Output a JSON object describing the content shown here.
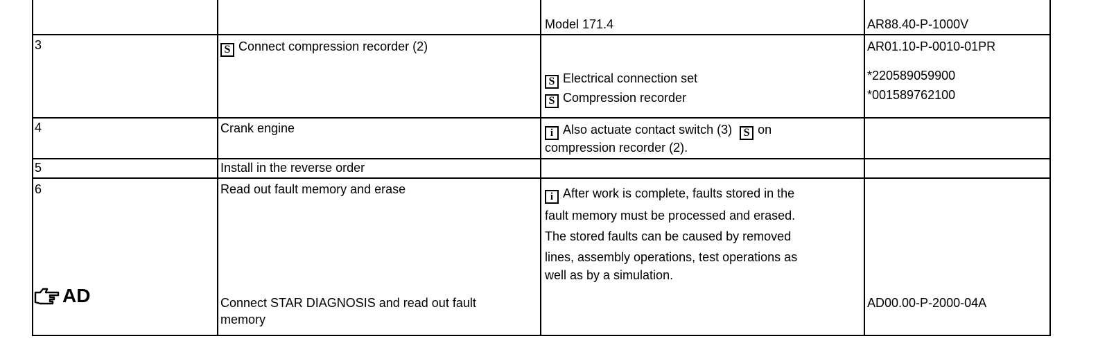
{
  "rows": [
    {
      "step": "",
      "action": "",
      "notes": "Model 171.4",
      "refs": [
        "AR88.40-P-1000V"
      ]
    },
    {
      "step": "3",
      "action": "Connect compression recorder (2)",
      "notes_items": [
        "Electrical connection set",
        "Compression recorder"
      ],
      "refs": [
        "AR01.10-P-0010-01PR",
        "*220589059900",
        "*001589762100"
      ]
    },
    {
      "step": "4",
      "action": "Crank engine",
      "notes_line1": "Also actuate contact switch (3)",
      "notes_line1_tail": "on",
      "notes_line2": "compression recorder (2)."
    },
    {
      "step": "5",
      "action": "Install in the reverse order"
    },
    {
      "step": "6",
      "action": "Read out fault memory and erase",
      "notes_lines": [
        "After work is complete, faults stored in the",
        "fault memory must be processed and erased.",
        "The stored faults can be caused by removed",
        "lines, assembly operations, test operations as",
        "well as by a simulation."
      ],
      "sub_label": "AD",
      "sub_action": [
        "Connect STAR DIAGNOSIS and read out fault",
        "memory"
      ],
      "sub_ref": "AD00.00-P-2000-04A"
    }
  ],
  "icons": {
    "tool": "tool-icon",
    "info": "info-icon",
    "pointer": "hand-pointer-icon"
  }
}
